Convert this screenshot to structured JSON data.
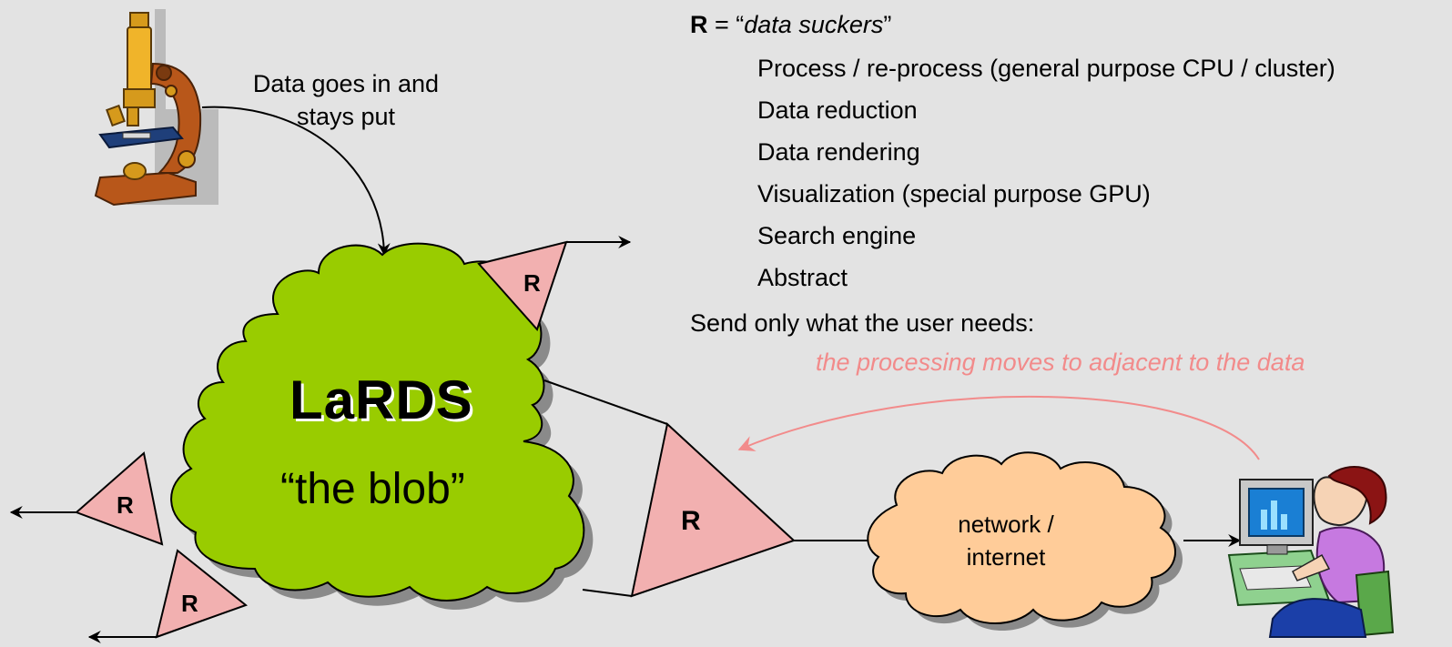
{
  "caption": {
    "line1": "Data goes in and",
    "line2": "stays put"
  },
  "definition": {
    "symbol": "R",
    "equals": " =  “",
    "term": "data suckers",
    "close": "”",
    "items": [
      "Process / re-process (general purpose CPU / cluster)",
      "Data reduction",
      "Data rendering",
      "Visualization (special purpose GPU)",
      "Search engine",
      "Abstract"
    ]
  },
  "send_text": "Send only what the user needs:",
  "moves_text": "the processing moves to adjacent to the data",
  "blob": {
    "title": "LaRDS",
    "subtitle": "“the blob”"
  },
  "r_label": "R",
  "network": {
    "line1": "network /",
    "line2": "internet"
  },
  "colors": {
    "background": "#e3e3e3",
    "blob": "#99cc00",
    "network_cloud": "#ffcc99",
    "r_triangle": "#f2b0b0",
    "processing_arrow": "#f28b8b",
    "shadow": "#8a8a8a"
  },
  "icons": [
    "microscope-icon",
    "user-at-computer-icon"
  ]
}
